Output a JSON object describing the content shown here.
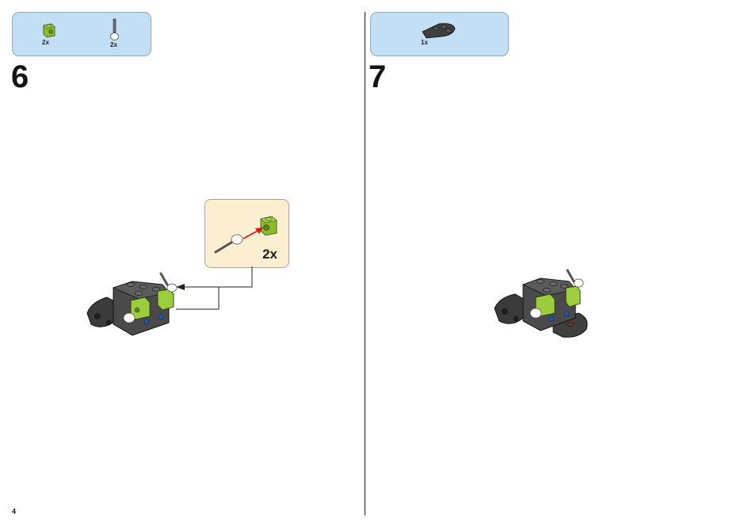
{
  "page": {
    "number": "4"
  },
  "steps": [
    {
      "number": "6",
      "parts": [
        {
          "part": "lime-green-technic-brick-icon",
          "qty": "2x"
        },
        {
          "part": "gray-axle-with-white-ball-icon",
          "qty": "2x"
        }
      ],
      "callout": {
        "qty": "2x"
      }
    },
    {
      "number": "7",
      "parts": [
        {
          "part": "dark-gray-wedge-plate-icon",
          "qty": "1x"
        }
      ]
    }
  ],
  "colors": {
    "parts_box": "#c3dff5",
    "callout_box": "#fcefd1",
    "lime": "#9ccd3c",
    "dark_gray": "#3d3d3d",
    "blue_pin": "#1e5aa8",
    "arrow_red": "#d11a1a"
  }
}
